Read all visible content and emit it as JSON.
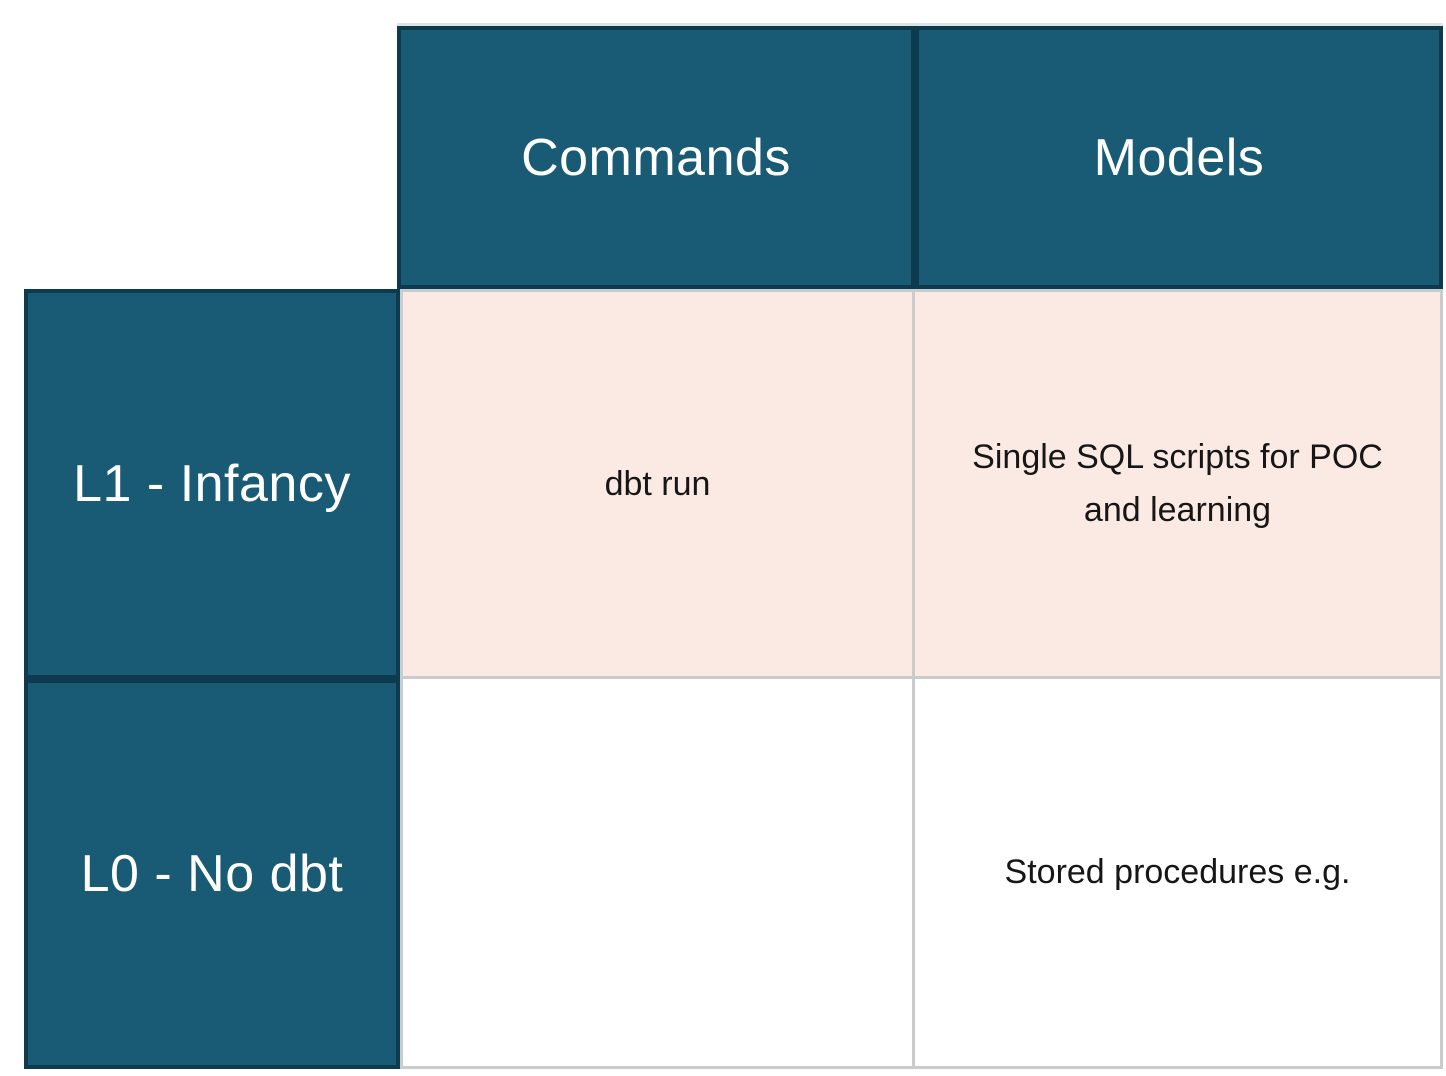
{
  "table": {
    "description": "dbt maturity matrix table",
    "column_headers": [
      {
        "label": "Commands"
      },
      {
        "label": "Models"
      }
    ],
    "rows": [
      {
        "header": "L1 - Infancy",
        "highlighted": true,
        "cells": [
          {
            "text": "dbt run"
          },
          {
            "text": "Single SQL scripts for POC and learning"
          }
        ]
      },
      {
        "header": "L0 - No dbt",
        "highlighted": false,
        "cells": [
          {
            "text": ""
          },
          {
            "text": "Stored procedures e.g."
          }
        ]
      }
    ],
    "colors": {
      "header_background": "#195a74",
      "header_border": "#0d3a4d",
      "header_text": "#ffffff",
      "highlight_row_background": "#fbe9e3",
      "gridline": "#cbcbcb",
      "body_text": "#161616",
      "page_background": "#ffffff"
    }
  }
}
